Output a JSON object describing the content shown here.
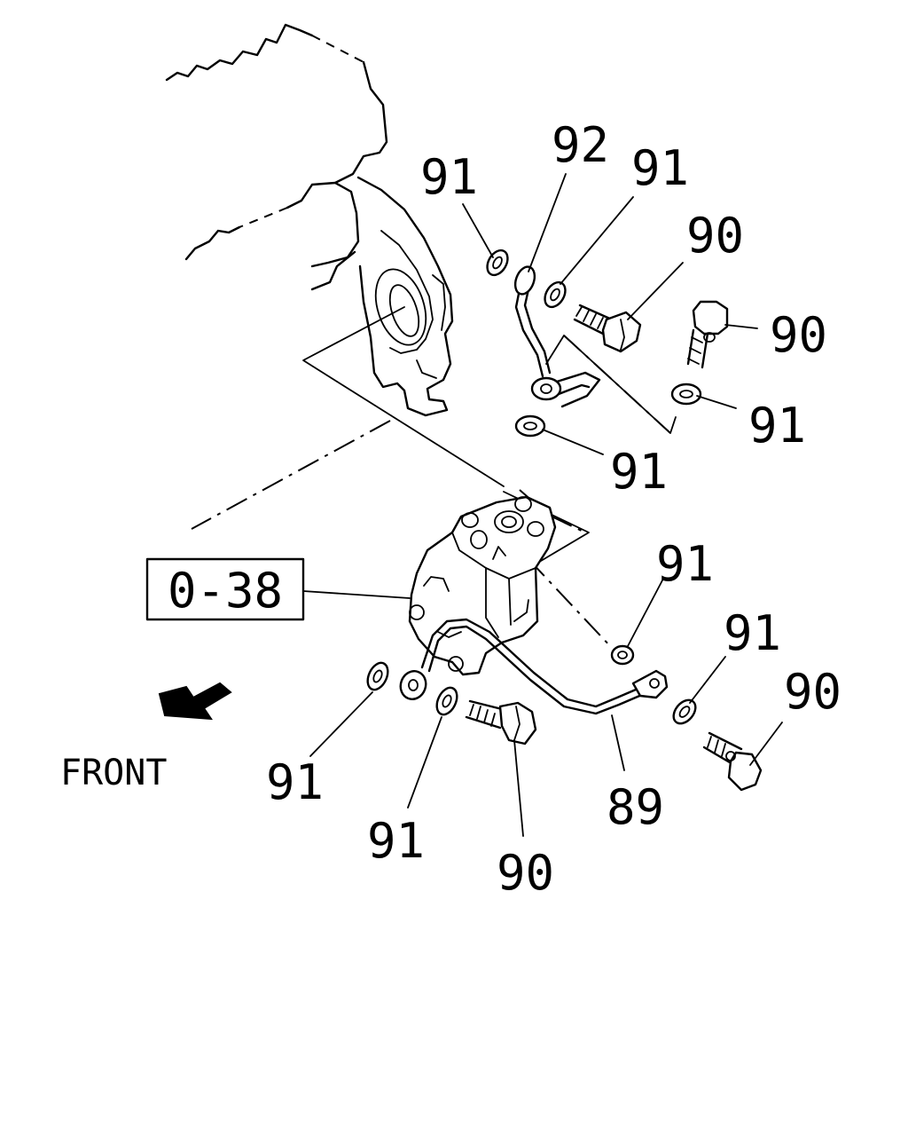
{
  "reference_box": "0-38",
  "front_label": "FRONT",
  "callouts": {
    "c1": "91",
    "c2": "92",
    "c3": "91",
    "c4": "90",
    "c5": "90",
    "c6": "91",
    "c7": "91",
    "c8": "91",
    "c9": "91",
    "c10": "90",
    "c11": "91",
    "c12": "91",
    "c13": "90",
    "c14": "89"
  }
}
